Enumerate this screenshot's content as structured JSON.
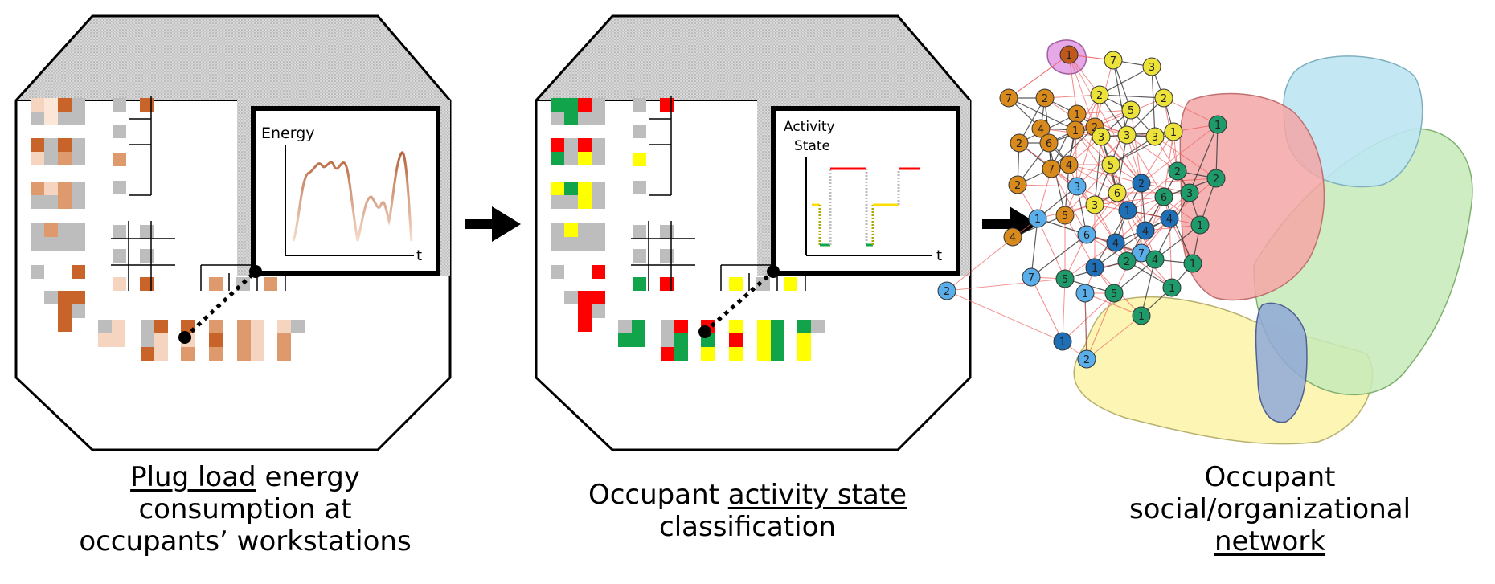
{
  "panel1": {
    "chart_label": "Energy",
    "axis_t": "t",
    "caption": {
      "underlined": "Plug load",
      "rest1": " energy",
      "line2": "consumption at",
      "line3": "occupants’ workstations"
    }
  },
  "panel2": {
    "chart_label_line1": "Activity",
    "chart_label_line2": "State",
    "axis_t": "t",
    "caption": {
      "line1_plain": "Occupant ",
      "line1_underlined": "activity state",
      "line2": "classification"
    }
  },
  "panel3": {
    "caption": {
      "line1": "Occupant",
      "line2": "social/organizational",
      "line3_underlined": "network"
    },
    "cluster_colors": {
      "orange": "#d98a1c",
      "yellow": "#ece23a",
      "lightblue": "#5aaeea",
      "darkblue": "#1f6fb6",
      "green": "#1f9a6a",
      "purple": "#c0571b"
    },
    "node_labels": [
      "1",
      "7",
      "2",
      "1",
      "1",
      "2",
      "4",
      "2",
      "7",
      "3",
      "2",
      "5",
      "2",
      "3",
      "3",
      "3",
      "1",
      "6",
      "4",
      "7",
      "5",
      "2",
      "6",
      "3",
      "3",
      "5",
      "1",
      "4",
      "6",
      "2",
      "1",
      "4",
      "4",
      "4",
      "1",
      "7",
      "1",
      "2",
      "2",
      "3",
      "6",
      "1",
      "2",
      "4",
      "1",
      "5",
      "5",
      "1"
    ]
  },
  "colors": {
    "orange_dark": "#c8632a",
    "orange_mid": "#de9a6c",
    "orange_light": "#f5d5c0",
    "orange_pale": "#fbe6d8",
    "gray": "#bdbdbd",
    "green": "#11a44a",
    "yellow": "#ffff00",
    "red": "#ff0000"
  }
}
